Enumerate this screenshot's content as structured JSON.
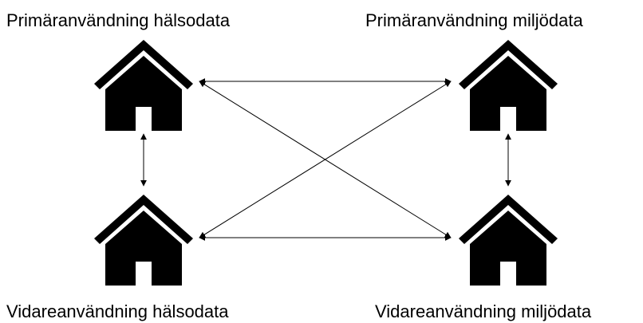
{
  "diagram": {
    "nodes": {
      "primary_health": {
        "label": "Primäranvändning hälsodata",
        "icon": "house-icon"
      },
      "primary_environment": {
        "label": "Primäranvändning miljödata",
        "icon": "house-icon"
      },
      "secondary_health": {
        "label": "Vidareanvändning hälsodata",
        "icon": "house-icon"
      },
      "secondary_environment": {
        "label": "Vidareanvändning miljödata",
        "icon": "house-icon"
      }
    },
    "connections": [
      {
        "from": "primary_health",
        "to": "primary_environment",
        "type": "bidirectional"
      },
      {
        "from": "secondary_health",
        "to": "secondary_environment",
        "type": "bidirectional"
      },
      {
        "from": "primary_health",
        "to": "secondary_environment",
        "type": "bidirectional"
      },
      {
        "from": "secondary_health",
        "to": "primary_environment",
        "type": "bidirectional"
      },
      {
        "from": "primary_health",
        "to": "secondary_health",
        "type": "bidirectional"
      },
      {
        "from": "primary_environment",
        "to": "secondary_environment",
        "type": "bidirectional"
      }
    ],
    "colors": {
      "foreground": "#000000",
      "background": "#ffffff"
    }
  }
}
